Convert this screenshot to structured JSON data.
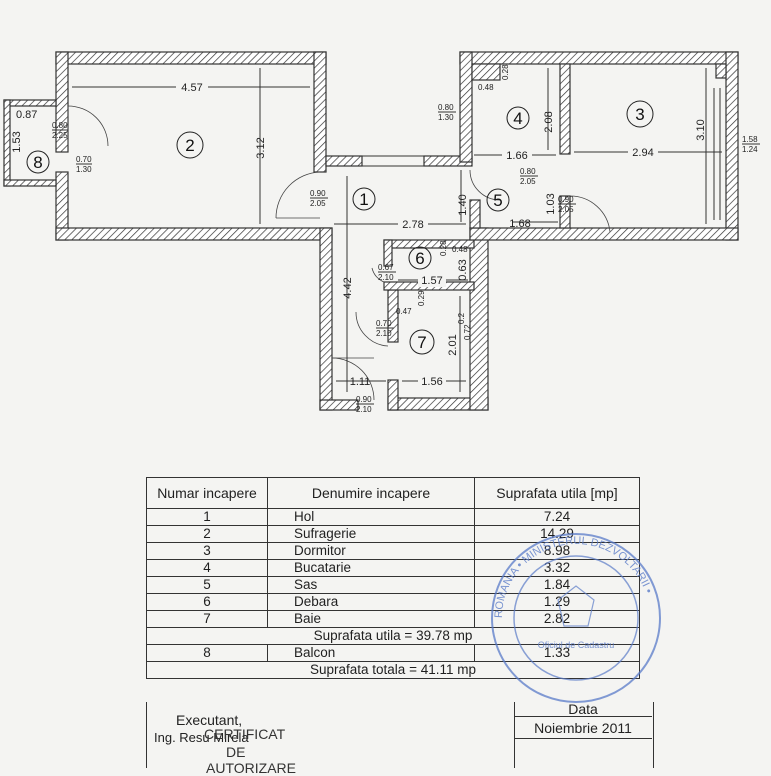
{
  "plan": {
    "rooms": [
      {
        "id": "1"
      },
      {
        "id": "2"
      },
      {
        "id": "3"
      },
      {
        "id": "4"
      },
      {
        "id": "5"
      },
      {
        "id": "6"
      },
      {
        "id": "7"
      },
      {
        "id": "8"
      }
    ],
    "dims": {
      "d457": "4.57",
      "d312": "3.12",
      "d087": "0.87",
      "d153": "1.53",
      "d278": "2.78",
      "d442": "4.42",
      "d166": "1.66",
      "d208": "2.08",
      "d294": "2.94",
      "d310": "3.10",
      "d140": "1.40",
      "d103": "1.03",
      "d168": "1.68",
      "d157": "1.57",
      "d063": "0.63",
      "d201": "2.01",
      "d111": "1.11",
      "d156": "1.56",
      "d048a": "0.48",
      "d028a": "0.28",
      "d048b": "0.48",
      "d028b": "0.28",
      "d047": "0.47",
      "d029": "0.29",
      "d02": "0.2",
      "d072": "0.72"
    },
    "openings": {
      "o1_top": "0.80",
      "o1_bot": "2.25",
      "o2_top": "0.70",
      "o2_bot": "1.30",
      "o3_top": "0.90",
      "o3_bot": "2.05",
      "o4_top": "0.80",
      "o4_bot": "1.30",
      "o5_top": "0.80",
      "o5_bot": "2.05",
      "o6_top": "0.90",
      "o6_bot": "2.05",
      "o7_top": "1.58",
      "o7_bot": "1.24",
      "o8_top": "0.67",
      "o8_bot": "2.10",
      "o9_top": "0.70",
      "o9_bot": "2.10",
      "o10_top": "0.90",
      "o10_bot": "2.10"
    }
  },
  "table": {
    "headers": [
      "Numar incapere",
      "Denumire incapere",
      "Suprafata utila [mp]"
    ],
    "rows": [
      {
        "n": "1",
        "name": "Hol",
        "area": "7.24"
      },
      {
        "n": "2",
        "name": "Sufragerie",
        "area": "14.29"
      },
      {
        "n": "3",
        "name": "Dormitor",
        "area": "8.98"
      },
      {
        "n": "4",
        "name": "Bucatarie",
        "area": "3.32"
      },
      {
        "n": "5",
        "name": "Sas",
        "area": "1.84"
      },
      {
        "n": "6",
        "name": "Debara",
        "area": "1.29"
      },
      {
        "n": "7",
        "name": "Baie",
        "area": "2.82"
      }
    ],
    "subtotal": "Suprafata utila = 39.78 mp",
    "balcony": {
      "n": "8",
      "name": "Balcon",
      "area": "1.33"
    },
    "total": "Suprafata totala = 41.11 mp",
    "footer": {
      "executor_label": "Executant,",
      "executor_name": "Ing. Resu Mirela",
      "date_label": "Data",
      "date_value": "Noiembrie 2011",
      "cert_line1": "CERTIFICAT",
      "cert_line2": "DE",
      "cert_line3": "AUTORIZARE"
    }
  },
  "stamp": {
    "ring_text": "ROMANIA • MINISTERUL DEZVOLTARII •",
    "inner_text": "Oficiul de Cadastru"
  }
}
